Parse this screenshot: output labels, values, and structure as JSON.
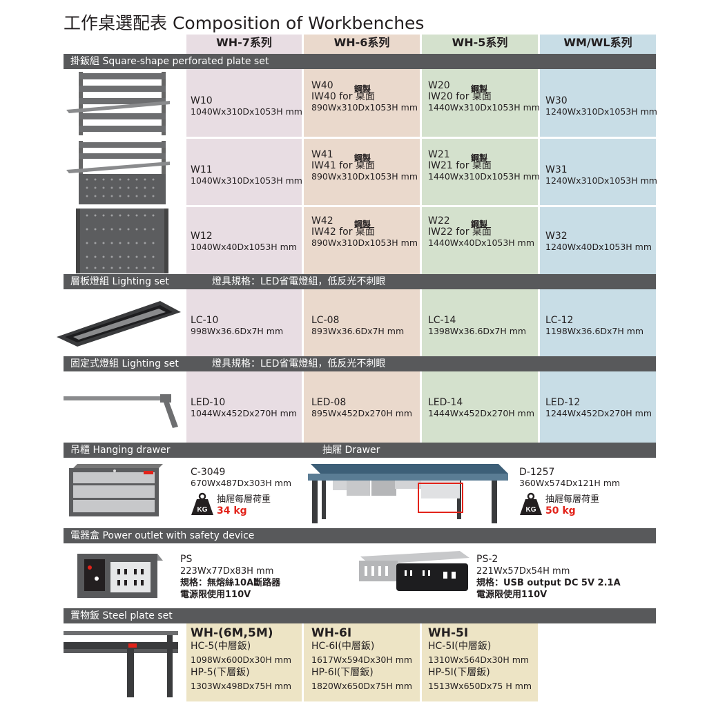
{
  "title": "工作桌選配表 Composition of Workbenches",
  "colors": {
    "wh7": "#e8dde3",
    "wh6": "#ead9cc",
    "wh5": "#d4e1cd",
    "wmwl": "#c8dde6",
    "band": "#58595b",
    "red": "#e2231a"
  },
  "columns": [
    "WH-7系列",
    "WH-6系列",
    "WH-5系列",
    "WM/WL系列"
  ],
  "sections": {
    "plate": "掛鈑組  Square-shape perforated plate set",
    "lighting": "層板燈組  Lighting set",
    "lighting_note": "燈具規格：LED省電燈組，低反光不刺眼",
    "fixed_lighting": "固定式燈組  Lighting set",
    "fixed_lighting_note": "燈具規格：LED省電燈組，低反光不刺眼",
    "hanging_drawer": "吊櫃  Hanging drawer",
    "drawer": "抽屜  Drawer",
    "power": "電器盒 Power outlet with safety device",
    "steel": "置物鈑  Steel plate set"
  },
  "plate_rows": [
    {
      "wh7": {
        "model": "W10",
        "dim": "1040Wx310Dx1053H mm"
      },
      "wh6": {
        "model": "W40",
        "steel": "鋼製",
        "model2": "IW40 for 桌面",
        "dim": "890Wx310Dx1053H mm"
      },
      "wh5": {
        "model": "W20",
        "steel": "鋼製",
        "model2": "IW20 for 桌面",
        "dim": "1440Wx310Dx1053H mm"
      },
      "wmwl": {
        "model": "W30",
        "dim": "1240Wx310Dx1053H mm"
      }
    },
    {
      "wh7": {
        "model": "W11",
        "dim": "1040Wx310Dx1053H mm"
      },
      "wh6": {
        "model": "W41",
        "steel": "鋼製",
        "model2": "IW41 for 桌面",
        "dim": "890Wx310Dx1053H mm"
      },
      "wh5": {
        "model": "W21",
        "steel": "鋼製",
        "model2": "IW21 for 桌面",
        "dim": "1440Wx310Dx1053H mm"
      },
      "wmwl": {
        "model": "W31",
        "dim": "1240Wx310Dx1053H mm"
      }
    },
    {
      "wh7": {
        "model": "W12",
        "dim": "1040Wx40Dx1053H mm"
      },
      "wh6": {
        "model": "W42",
        "steel": "鋼製",
        "model2": "IW42 for 桌面",
        "dim": "890Wx310Dx1053H mm"
      },
      "wh5": {
        "model": "W22",
        "steel": "鋼製",
        "model2": "IW22 for 桌面",
        "dim": "1440Wx40Dx1053H mm"
      },
      "wmwl": {
        "model": "W32",
        "dim": "1240Wx40Dx1053H mm"
      }
    }
  ],
  "lighting": [
    {
      "model": "LC-10",
      "dim": "998Wx36.6Dx7H mm"
    },
    {
      "model": "LC-08",
      "dim": "893Wx36.6Dx7H mm"
    },
    {
      "model": "LC-14",
      "dim": "1398Wx36.6Dx7H mm"
    },
    {
      "model": "LC-12",
      "dim": "1198Wx36.6Dx7H mm"
    }
  ],
  "fixed_lighting": [
    {
      "model": "LED-10",
      "dim": "1044Wx452Dx270H mm"
    },
    {
      "model": "LED-08",
      "dim": "895Wx452Dx270H mm"
    },
    {
      "model": "LED-14",
      "dim": "1444Wx452Dx270H mm"
    },
    {
      "model": "LED-12",
      "dim": "1244Wx452Dx270H mm"
    }
  ],
  "hanging": {
    "model": "C-3049",
    "dim": "670Wx487Dx303H mm",
    "load_label": "抽屜每層荷重",
    "load": "34 kg",
    "kg": "KG"
  },
  "drawer": {
    "model": "D-1257",
    "dim": "360Wx574Dx121H mm",
    "load_label": "抽屜每層荷重",
    "load": "50 kg",
    "kg": "KG"
  },
  "ps": {
    "model": "PS",
    "dim": "223Wx77Dx83H mm",
    "spec": "規格：無熔絲10A斷路器",
    "power": "電源限使用110V"
  },
  "ps2": {
    "model": "PS-2",
    "dim": "221Wx57Dx54H mm",
    "spec": "規格：USB output  DC 5V 2.1A",
    "power": "電源限使用110V"
  },
  "steel": [
    {
      "series": "WH-(6M,5M)",
      "mid": "HC-5(中層鈑)",
      "mid_dim": "1098Wx600Dx30H mm",
      "low": "HP-5(下層鈑)",
      "low_dim": "1303Wx498Dx75H mm"
    },
    {
      "series": "WH-6I",
      "mid": "HC-6I(中層鈑)",
      "mid_dim": "1617Wx594Dx30H mm",
      "low": "HP-6I(下層鈑)",
      "low_dim": "1820Wx650Dx75H mm"
    },
    {
      "series": "WH-5I",
      "mid": "HC-5I(中層鈑)",
      "mid_dim": "1310Wx564Dx30H mm",
      "low": "HP-5I(下層鈑)",
      "low_dim": "1513Wx650Dx75  H mm"
    }
  ]
}
